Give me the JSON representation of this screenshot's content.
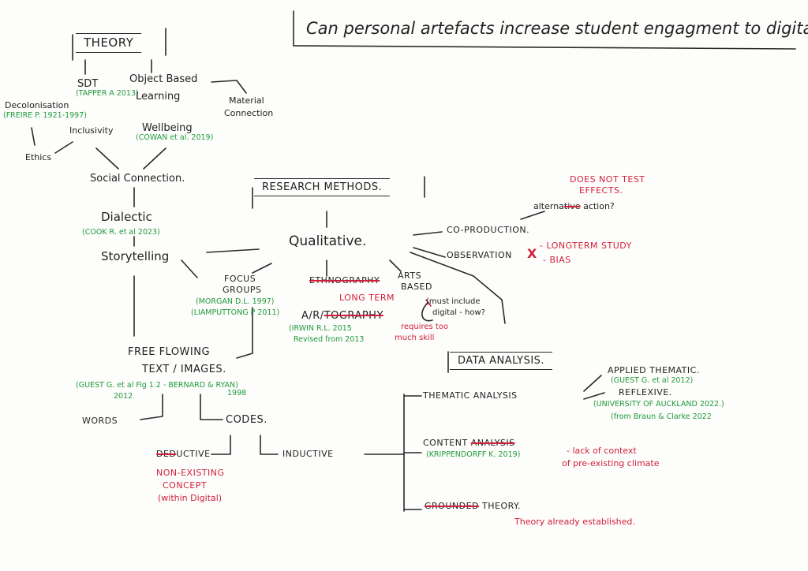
{
  "title": "Can personal artefacts increase student engagment to digital?",
  "theory": {
    "heading": "THEORY",
    "sdt": "SDT",
    "sdt_ref": "(TAPPER A 2013)",
    "object_based": "Object Based",
    "learning": "Learning",
    "material": "Material",
    "connection": "Connection",
    "decolonisation": "Decolonisation",
    "freire": "(FREIRE P. 1921-1997)",
    "inclusivity": "Inclusivity",
    "wellbeing": "Wellbeing",
    "cowan": "(COWAN et al. 2019)",
    "ethics": "Ethics",
    "social": "Social Connection.",
    "dialectic": "Dialectic",
    "cook": "(COOK R. et al 2023)",
    "storytelling": "Storytelling"
  },
  "methods": {
    "heading": "RESEARCH METHODS.",
    "qualitative": "Qualitative.",
    "coproduction": "CO-PRODUCTION.",
    "does_not_test": "DOES NOT TEST",
    "effects": "EFFECTS.",
    "alt_a": "alterna",
    "alt_b": "tive",
    "alt_c": " action?",
    "observation": "OBSERVATION",
    "x_mark": "X",
    "longterm_study": "- LONGTERM STUDY",
    "bias": "- BIAS",
    "focus": "FOCUS",
    "groups": "GROUPS",
    "morgan": "(MORGAN D.L. 1997)",
    "liamputtong": "(LIAMPUTTONG P 2011)",
    "ethnography": "ETHNOGRAPHY",
    "longterm": "LONG TERM",
    "arts": "ARTS",
    "based": "BASED",
    "must_a": "(must include",
    "must_b": "digital - how?",
    "airtography_a": "A/R/",
    "airtography_b": "TOGRAPHY",
    "irwin": "(IRWIN R.L. 2015",
    "revised": "Revised from 2013",
    "requires_a": "requires too",
    "requires_b": "much skill"
  },
  "free": {
    "line1": "FREE FLOWING",
    "line2": "TEXT / IMAGES.",
    "guest": "(GUEST G. et al Fig 1.2 - BERNARD & RYAN)",
    "y2012": "2012",
    "y1998": "1998",
    "words": "WORDS",
    "codes": "CODES.",
    "deductive_a": "DED",
    "deductive_b": "UCTIVE",
    "non1": "NON-EXISTING",
    "non2": "CONCEPT",
    "non3": "(within Digital)",
    "inductive": "INDUCTIVE"
  },
  "analysis": {
    "heading": "DATA ANALYSIS.",
    "thematic": "THEMATIC ANALYSIS",
    "applied": "APPLIED THEMATIC.",
    "guest2012": "(GUEST G. et al 2012)",
    "reflexive": "REFLEXIVE.",
    "auckland": "(UNIVERSITY OF AUCKLAND 2022.)",
    "braun": "(from Braun & Clarke 2022",
    "content_a": "CONTENT ",
    "content_b": "ANALYSIS",
    "krippendorff": "(KRIPPENDORFF K. 2019)",
    "lack1": "- lack of context",
    "lack2": "of pre-existing climate",
    "grounded_a": "GROUNDED",
    "grounded_b": " THEORY.",
    "theory_est": "Theory already established."
  }
}
